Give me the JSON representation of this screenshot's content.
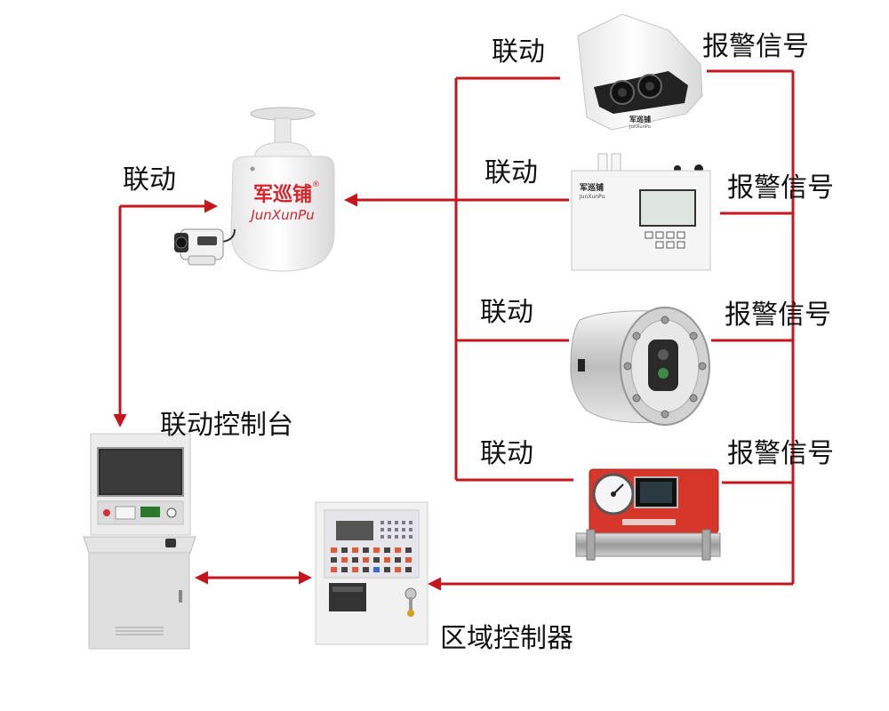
{
  "labels": {
    "linkage_camera": "联动",
    "linkage_box": "联动",
    "linkage_cylinder": "联动",
    "linkage_red": "联动",
    "linkage_dome": "联动",
    "alarm_camera": "报警信号",
    "alarm_box": "报警信号",
    "alarm_cylinder": "报警信号",
    "alarm_red": "报警信号",
    "console": "联动控制台",
    "zone_controller": "区域控制器"
  },
  "devices": {
    "dome": {
      "brand_cn": "军巡铺",
      "brand_en": "JunXunPu",
      "reg": "®"
    },
    "camera": {
      "brand_cn": "军巡铺",
      "brand_en": "JunXunPu"
    },
    "box_detector": {
      "brand_cn": "军巡铺",
      "brand_en": "JunXunPu"
    }
  },
  "colors": {
    "line": "#c4161c",
    "brand": "#d9232a"
  }
}
